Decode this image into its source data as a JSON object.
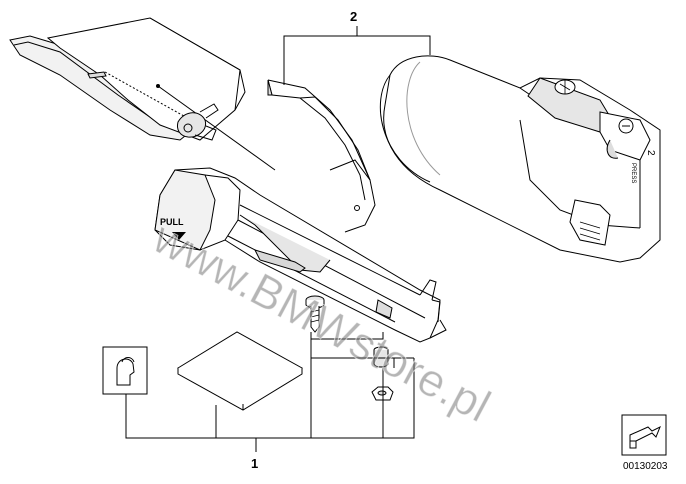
{
  "callouts": {
    "part_1": "1",
    "part_2": "2"
  },
  "labels": {
    "pull_label": "PULL",
    "press_label": "PRESS",
    "flashlight_number": "2"
  },
  "watermark": "www.BMWstore.pl",
  "catalog_number": "00130203",
  "colors": {
    "line": "#000000",
    "fill": "#ffffff",
    "shade": "#e6e6e6",
    "dark": "#bdbdbd"
  }
}
